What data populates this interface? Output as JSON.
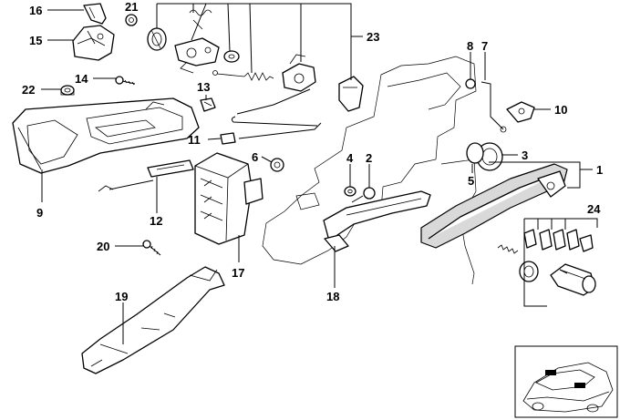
{
  "title": "",
  "callouts": {
    "c1": "1",
    "c2": "2",
    "c3": "3",
    "c4": "4",
    "c5": "5",
    "c6": "6",
    "c7": "7",
    "c8": "8",
    "c9": "9",
    "c10": "10",
    "c11": "11",
    "c12": "12",
    "c13": "13",
    "c14": "14",
    "c15": "15",
    "c16": "16",
    "c17": "17",
    "c18": "18",
    "c19": "19",
    "c20": "20",
    "c21": "21",
    "c22": "22",
    "c23": "23",
    "c24": "24"
  },
  "thumbnail": {
    "icon": "car-location-thumbnail"
  }
}
